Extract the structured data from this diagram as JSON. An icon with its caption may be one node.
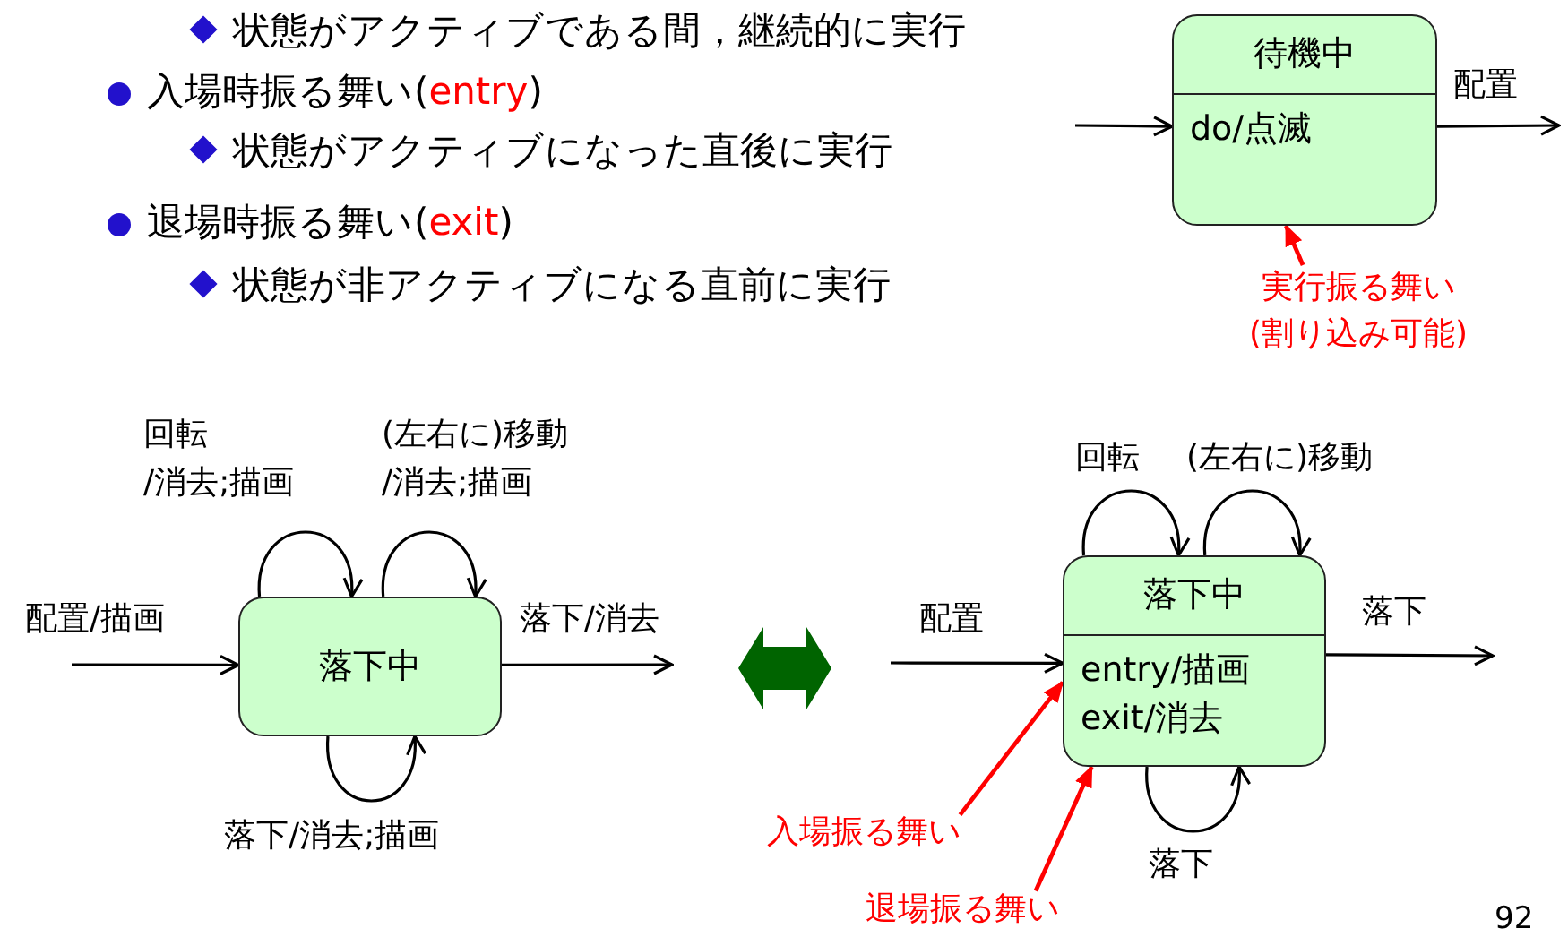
{
  "diagram": {
    "nodes": [
      {
        "text": [
          "待機中",
          "do/点滅"
        ]
      },
      {
        "text": [
          "実行振る舞い (割り込み可能)"
        ]
      },
      {
        "text": [
          "落下中"
        ]
      },
      {
        "text": [
          "落下中",
          "entry/描画",
          "exit/消去"
        ]
      },
      {
        "text": [
          "入場振る舞い"
        ]
      },
      {
        "text": [
          "退場振る舞い"
        ]
      }
    ],
    "edges": [
      {
        "from": null,
        "to": 0,
        "arrow": "to"
      },
      {
        "from": 0,
        "to": null,
        "arrow": "to",
        "label": "配置"
      },
      {
        "from": 1,
        "to": 0,
        "arrow": "to",
        "color": "#ff0000"
      },
      {
        "from": null,
        "to": 2,
        "arrow": "to",
        "label": "配置/描画"
      },
      {
        "from": 2,
        "to": 2,
        "arrow": "to",
        "label": "回転 /消去;描画"
      },
      {
        "from": 2,
        "to": 2,
        "arrow": "to",
        "label": "(左右に)移動 /消去;描画"
      },
      {
        "from": 2,
        "to": null,
        "arrow": "to",
        "label": "落下/消去"
      },
      {
        "from": 2,
        "to": 2,
        "arrow": "to",
        "label": "落下/消去;描画"
      },
      {
        "from": null,
        "to": 3,
        "arrow": "to",
        "label": "配置"
      },
      {
        "from": 3,
        "to": 3,
        "arrow": "to",
        "label": "回転"
      },
      {
        "from": 3,
        "to": 3,
        "arrow": "to",
        "label": "(左右に)移動"
      },
      {
        "from": 3,
        "to": null,
        "arrow": "to",
        "label": "落下"
      },
      {
        "from": 3,
        "to": 3,
        "arrow": "to",
        "label": "落下"
      },
      {
        "from": 4,
        "to": 3,
        "arrow": "to",
        "color": "#ff0000"
      },
      {
        "from": 5,
        "to": 3,
        "arrow": "to",
        "color": "#ff0000"
      }
    ],
    "labels": [
      "状態がアクティブである間，継続的に実行",
      "入場時振る舞い(*entry*)",
      "状態がアクティブになった直後に実行",
      "退場時振る舞い(*exit*)",
      "状態が非アクティブになる直前に実行",
      "92"
    ]
  }
}
